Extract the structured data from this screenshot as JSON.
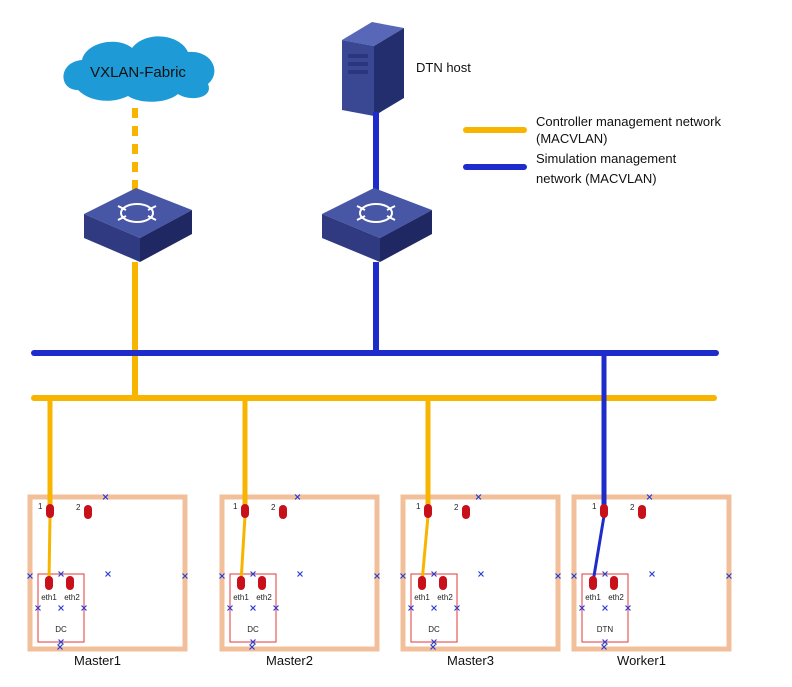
{
  "colors": {
    "controller_line": "#f7b500",
    "simulation_line": "#1f2ccc",
    "host_border": "#f1c09a",
    "inner_box": "#e0383a",
    "port": "#c8101a",
    "cloud": "#1e9ad6",
    "device": "#3a4894",
    "marker": "#2a3fd0"
  },
  "cloud": {
    "label": "VXLAN-Fabric"
  },
  "dtn_host": {
    "label": "DTN host"
  },
  "legend": {
    "controller": "Controller management network (MACVLAN)",
    "controller_line1": "Controller management network",
    "controller_line2": "(MACVLAN)",
    "simulation": "Simulation management network (MACVLAN)",
    "simulation_line1": "Simulation management",
    "simulation_line2": "network (MACVLAN)"
  },
  "switches": [
    {
      "name": "controller-switch",
      "icon": "l3-switch-icon"
    },
    {
      "name": "simulation-switch",
      "icon": "l3-switch-icon"
    }
  ],
  "hosts": [
    {
      "name": "Master1",
      "port1": "1",
      "port2": "2",
      "eth1": "eth1",
      "eth2": "eth2",
      "inner": "DC",
      "network": "controller"
    },
    {
      "name": "Master2",
      "port1": "1",
      "port2": "2",
      "eth1": "eth1",
      "eth2": "eth2",
      "inner": "DC",
      "network": "controller"
    },
    {
      "name": "Master3",
      "port1": "1",
      "port2": "2",
      "eth1": "eth1",
      "eth2": "eth2",
      "inner": "DC",
      "network": "controller"
    },
    {
      "name": "Worker1",
      "port1": "1",
      "port2": "2",
      "eth1": "eth1",
      "eth2": "eth2",
      "inner": "DTN",
      "network": "simulation"
    }
  ]
}
